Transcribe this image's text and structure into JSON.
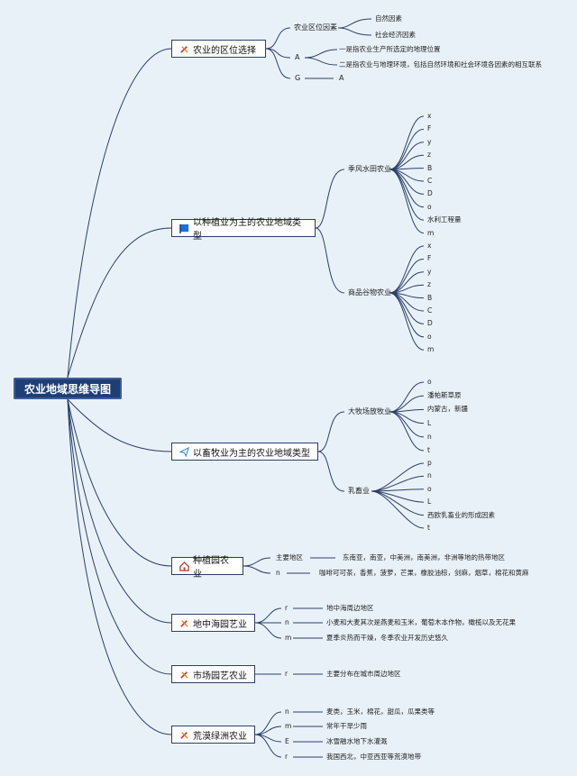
{
  "root": {
    "label": "农业地域思维导图"
  },
  "branches": [
    {
      "label": "农业的区位选择",
      "icon": "tools-icon"
    },
    {
      "label": "以种植业为主的农业地域类型",
      "icon": "flag-icon"
    },
    {
      "label": "以畜牧业为主的农业地域类型",
      "icon": "send-icon"
    },
    {
      "label": "种植园农业",
      "icon": "home-icon"
    },
    {
      "label": "地中海园艺业",
      "icon": "tools-icon"
    },
    {
      "label": "市场园艺农业",
      "icon": "tools-icon"
    },
    {
      "label": "荒漠绿洲农业",
      "icon": "tools-icon"
    }
  ],
  "b1": {
    "k1": "农业区位因素",
    "k1a": "自然因素",
    "k1b": "社会经济因素",
    "k2": "A",
    "k2a": "一是指农业生产所选定的地理位置",
    "k2b": "二是指农业与地理环境，包括自然环境和社会环境各因素的相互联系",
    "k3": "G",
    "k3a": "A"
  },
  "b2": {
    "g1": "季风水田农业",
    "g1items": [
      "x",
      "F",
      "y",
      "z",
      "B",
      "C",
      "D",
      "o",
      "水利工程量",
      "m"
    ],
    "g2": "商品谷物农业",
    "g2items": [
      "x",
      "F",
      "y",
      "z",
      "B",
      "C",
      "D",
      "o",
      "m"
    ]
  },
  "b3": {
    "g1": "大牧场放牧业",
    "g1items": [
      "o",
      "潘帕斯草原",
      "内蒙古，新疆",
      "L",
      "n",
      "t"
    ],
    "g2": "乳畜业",
    "g2items": [
      "p",
      "n",
      "o",
      "L",
      "西欧乳畜业的形成因素",
      "t"
    ]
  },
  "b4": {
    "k1": "主要地区",
    "v1": "东南亚，南亚，中美洲，南美洲，非洲等地的热带地区",
    "k2": "n",
    "v2": "咖啡可可茶，香蕉，菠萝，芒果，橡胶油棕，剑麻，烟草，棉花和黄麻"
  },
  "b5": {
    "k1": "r",
    "v1": "地中海周边地区",
    "k2": "n",
    "v2": "小麦和大麦其次是燕麦和玉米，葡萄木本作物，橄榄以及无花果",
    "k3": "m",
    "v3": "夏季炎热而干燥，冬季农业开发历史悠久"
  },
  "b6": {
    "k1": "r",
    "v1": "主要分布在城市周边地区"
  },
  "b7": {
    "k1": "n",
    "v1": "麦类，玉米，棉花，甜瓜，瓜果类等",
    "k2": "m",
    "v2": "常年干旱少雨",
    "k3": "E",
    "v3": "冰雪融水地下水灌溉",
    "k4": "r",
    "v4": "我国西北，中亚西亚等荒漠地带"
  }
}
